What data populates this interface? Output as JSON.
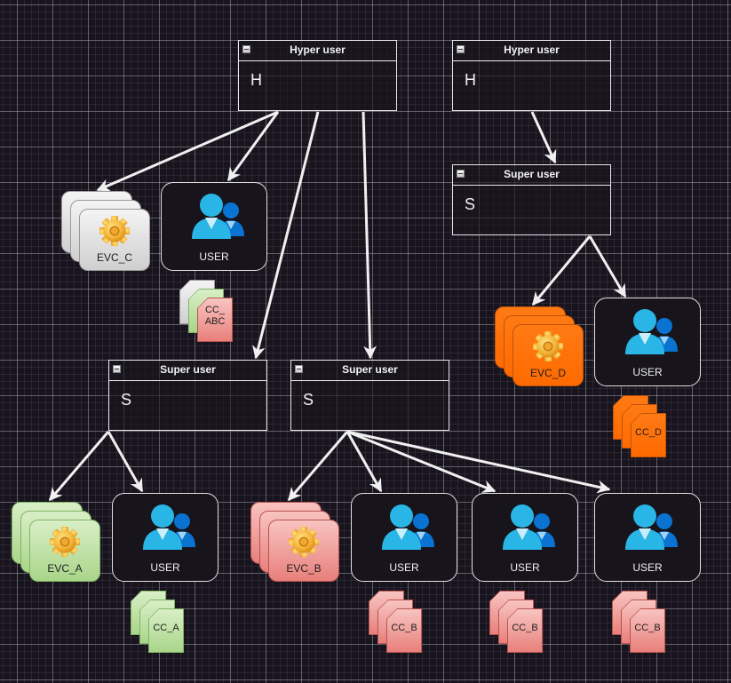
{
  "diagram": {
    "theme_colors": {
      "background": "#18141d",
      "edge": "#f0f0f0",
      "gray": {
        "fill": "#e6e6e6",
        "border": "#9a9a9a"
      },
      "green": {
        "fill": "#c9e6b0",
        "border": "#82b366"
      },
      "red": {
        "fill": "#f4a6a3",
        "border": "#b85450"
      },
      "orange": {
        "fill": "#ff7410",
        "border": "#c0530a"
      },
      "user_primary": "#29b6e6",
      "user_secondary": "#0a72d1"
    },
    "containers": [
      {
        "id": "hyper1",
        "title": "Hyper user",
        "body": "H"
      },
      {
        "id": "hyper2",
        "title": "Hyper user",
        "body": "H"
      },
      {
        "id": "super_d",
        "title": "Super user",
        "body": "S"
      },
      {
        "id": "super_a",
        "title": "Super user",
        "body": "S"
      },
      {
        "id": "super_b",
        "title": "Super user",
        "body": "S"
      }
    ],
    "evc_groups": [
      {
        "id": "evc_c",
        "label": "EVC_C",
        "color": "gray"
      },
      {
        "id": "evc_d",
        "label": "EVC_D",
        "color": "orange"
      },
      {
        "id": "evc_a",
        "label": "EVC_A",
        "color": "green"
      },
      {
        "id": "evc_b",
        "label": "EVC_B",
        "color": "red"
      }
    ],
    "users": [
      {
        "id": "user_c",
        "label": "USER"
      },
      {
        "id": "user_d",
        "label": "USER"
      },
      {
        "id": "user_a",
        "label": "USER"
      },
      {
        "id": "user_b1",
        "label": "USER"
      },
      {
        "id": "user_b2",
        "label": "USER"
      },
      {
        "id": "user_b3",
        "label": "USER"
      }
    ],
    "cc_groups": [
      {
        "id": "cc_abc",
        "label_line1": "CC_",
        "label_line2": "ABC",
        "colors": [
          "gray",
          "green",
          "red"
        ]
      },
      {
        "id": "cc_d",
        "label": "CC_D",
        "colors": [
          "orange",
          "orange",
          "orange"
        ]
      },
      {
        "id": "cc_a",
        "label": "CC_A",
        "colors": [
          "green",
          "green",
          "green"
        ]
      },
      {
        "id": "cc_b1",
        "label": "CC_B",
        "colors": [
          "red",
          "red",
          "red"
        ]
      },
      {
        "id": "cc_b2",
        "label": "CC_B",
        "colors": [
          "red",
          "red",
          "red"
        ]
      },
      {
        "id": "cc_b3",
        "label": "CC_B",
        "colors": [
          "red",
          "red",
          "red"
        ]
      }
    ],
    "edges": [
      {
        "from": "hyper1",
        "to": "evc_c"
      },
      {
        "from": "hyper1",
        "to": "user_c"
      },
      {
        "from": "hyper1",
        "to": "super_a"
      },
      {
        "from": "hyper1",
        "to": "super_b"
      },
      {
        "from": "hyper2",
        "to": "super_d"
      },
      {
        "from": "super_d",
        "to": "evc_d"
      },
      {
        "from": "super_d",
        "to": "user_d"
      },
      {
        "from": "super_a",
        "to": "evc_a"
      },
      {
        "from": "super_a",
        "to": "user_a"
      },
      {
        "from": "super_b",
        "to": "evc_b"
      },
      {
        "from": "super_b",
        "to": "user_b1"
      },
      {
        "from": "super_b",
        "to": "user_b2"
      },
      {
        "from": "super_b",
        "to": "user_b3"
      }
    ]
  }
}
